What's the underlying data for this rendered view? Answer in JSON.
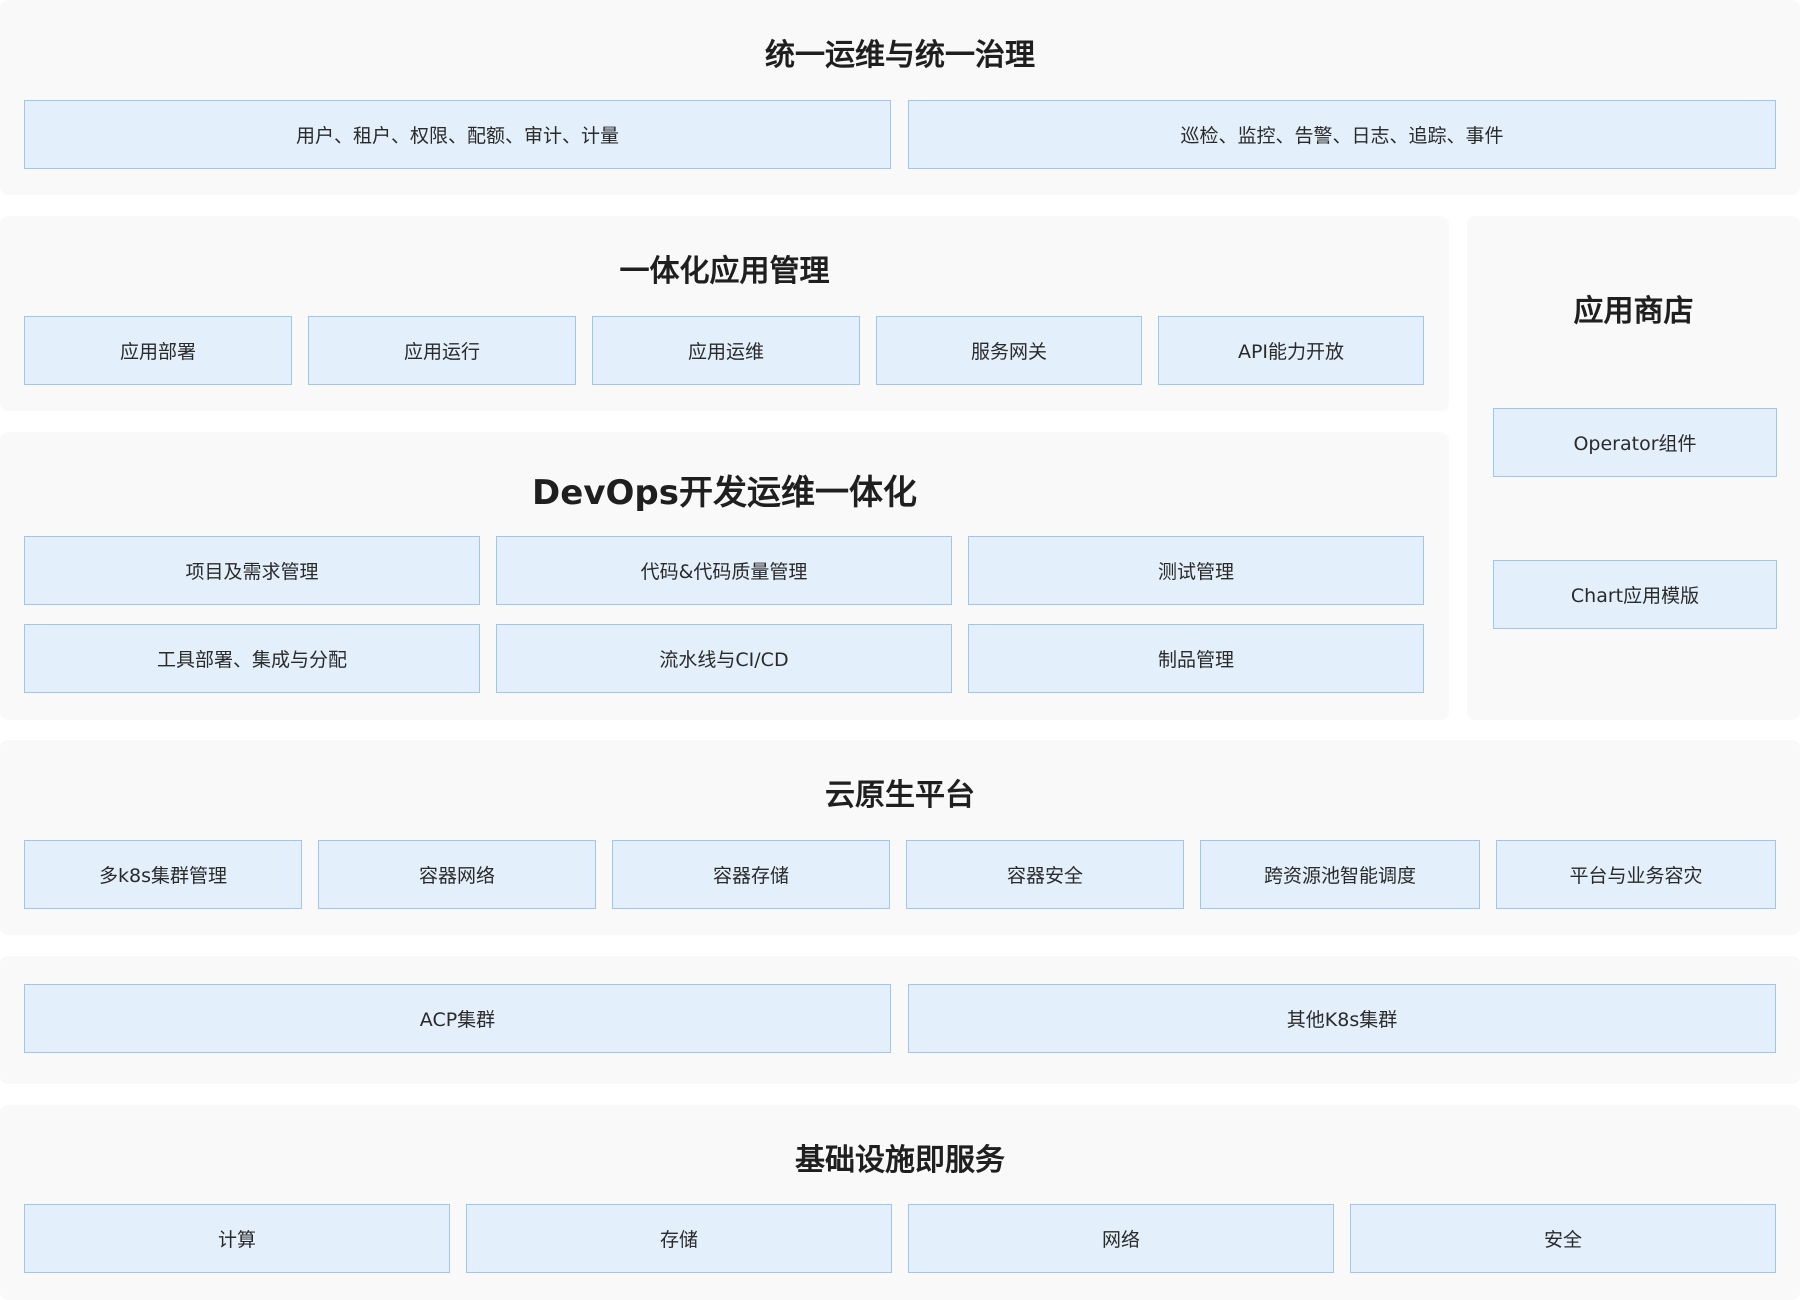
{
  "governance": {
    "title": "统一运维与统一治理",
    "items": [
      "用户、租户、权限、配额、审计、计量",
      "巡检、监控、告警、日志、追踪、事件"
    ]
  },
  "app_management": {
    "title": "一体化应用管理",
    "items": [
      "应用部署",
      "应用运行",
      "应用运维",
      "服务网关",
      "API能力开放"
    ]
  },
  "devops": {
    "title": "DevOps开发运维一体化",
    "items": [
      "项目及需求管理",
      "代码&代码质量管理",
      "测试管理",
      "工具部署、集成与分配",
      "流水线与CI/CD",
      "制品管理"
    ]
  },
  "app_store": {
    "title": "应用商店",
    "items": [
      "Operator组件",
      "Chart应用模版"
    ]
  },
  "cloud_native": {
    "title": "云原生平台",
    "items": [
      "多k8s集群管理",
      "容器网络",
      "容器存储",
      "容器安全",
      "跨资源池智能调度",
      "平台与业务容灾"
    ]
  },
  "clusters": {
    "items": [
      "ACP集群",
      "其他K8s集群"
    ]
  },
  "infrastructure": {
    "title": "基础设施即服务",
    "items": [
      "计算",
      "存储",
      "网络",
      "安全"
    ]
  }
}
